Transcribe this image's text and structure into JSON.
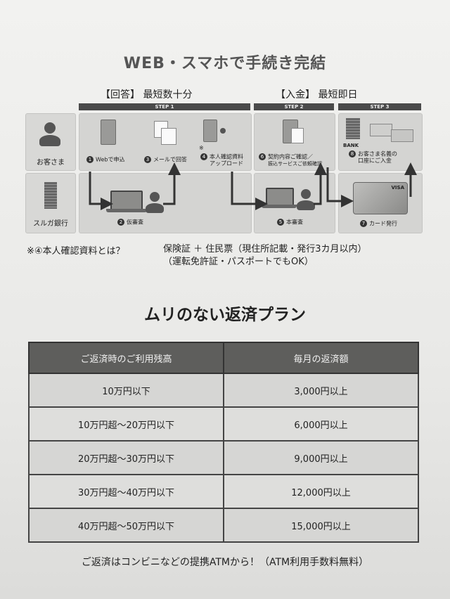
{
  "header": {
    "title": "WEB・スマホで手続き完結"
  },
  "flow": {
    "stage_answer": "【回答】 最短数十分",
    "stage_deposit": "【入金】 最短即日",
    "steps": [
      {
        "bar": "STEP 1"
      },
      {
        "bar": "STEP 2"
      },
      {
        "bar": "STEP 3"
      }
    ],
    "actors": {
      "customer": "お客さま",
      "bank": "スルガ銀行"
    },
    "items": {
      "s1_no": "1",
      "s1_label": "Webで申込",
      "s3_no": "3",
      "s3_label": "メールで回答",
      "s4_mark": "※",
      "s4_no": "4",
      "s4_label_1": "本人確認資料",
      "s4_label_2": "アップロード",
      "s2_no": "2",
      "s2_label": "仮審査",
      "s6_no": "6",
      "s6_label_1": "契約内容ご確認／",
      "s6_label_2": "振込サービスご依頼確認",
      "s5_no": "5",
      "s5_label": "本審査",
      "s8_no": "8",
      "s8_label_1": "お客さま名義の",
      "s8_label_2": "口座にご入金",
      "s8_bank": "BANK",
      "s7_no": "7",
      "s7_label": "カード発行",
      "card_brand": "VISA"
    }
  },
  "id_note": {
    "label": "※④本人確認資料とは？",
    "line1": "保険証 ＋ 住民票（現住所記載・発行3カ月以内）",
    "line2": "（運転免許証・パスポートでもOK）"
  },
  "plan": {
    "title": "ムリのない返済プラン",
    "headers": [
      "ご返済時のご利用残高",
      "毎月の返済額"
    ],
    "rows": [
      [
        "10万円以下",
        "3,000円以上"
      ],
      [
        "10万円超〜20万円以下",
        "6,000円以上"
      ],
      [
        "20万円超〜30万円以下",
        "9,000円以上"
      ],
      [
        "30万円超〜40万円以下",
        "12,000円以上"
      ],
      [
        "40万円超〜50万円以下",
        "15,000円以上"
      ]
    ]
  },
  "footer": {
    "text": "ご返済はコンビニなどの提携ATMから！（ATM利用手数料無料）"
  },
  "colors": {
    "header_bg": "#5e5e5c",
    "step_bar": "#4a4a4a",
    "panel": "#d4d4d2"
  }
}
